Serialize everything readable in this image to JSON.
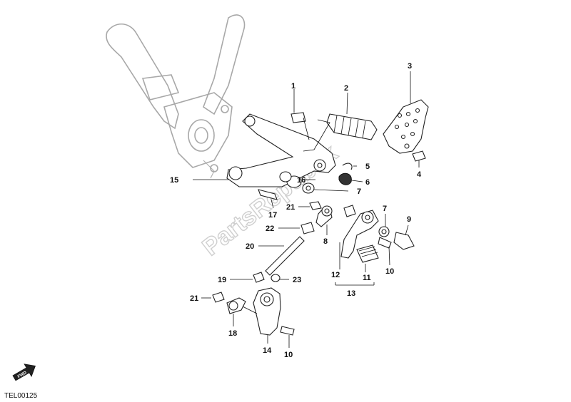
{
  "diagram": {
    "drawing_code": "TEL00125",
    "watermark_text": "PartsRepublik",
    "fwd_label": "FWD",
    "callouts": [
      {
        "id": "c1",
        "label": "1"
      },
      {
        "id": "c2",
        "label": "2"
      },
      {
        "id": "c3",
        "label": "3"
      },
      {
        "id": "c4",
        "label": "4"
      },
      {
        "id": "c5",
        "label": "5"
      },
      {
        "id": "c6",
        "label": "6"
      },
      {
        "id": "c7a",
        "label": "7"
      },
      {
        "id": "c7b",
        "label": "7"
      },
      {
        "id": "c8",
        "label": "8"
      },
      {
        "id": "c9",
        "label": "9"
      },
      {
        "id": "c10a",
        "label": "10"
      },
      {
        "id": "c10b",
        "label": "10"
      },
      {
        "id": "c11",
        "label": "11"
      },
      {
        "id": "c12",
        "label": "12"
      },
      {
        "id": "c13",
        "label": "13"
      },
      {
        "id": "c14",
        "label": "14"
      },
      {
        "id": "c15",
        "label": "15"
      },
      {
        "id": "c16",
        "label": "16"
      },
      {
        "id": "c17",
        "label": "17"
      },
      {
        "id": "c18",
        "label": "18"
      },
      {
        "id": "c19",
        "label": "19"
      },
      {
        "id": "c20",
        "label": "20"
      },
      {
        "id": "c21a",
        "label": "21"
      },
      {
        "id": "c21b",
        "label": "21"
      },
      {
        "id": "c22",
        "label": "22"
      },
      {
        "id": "c23",
        "label": "23"
      }
    ]
  }
}
